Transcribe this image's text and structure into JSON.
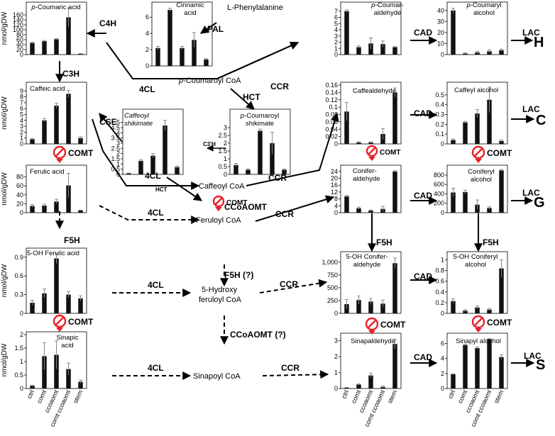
{
  "y_axis_label": "nmol/gDW",
  "x_categories": [
    "ctrl",
    "comt",
    "ccoaomt",
    "comt ccoaomt",
    "stem"
  ],
  "colors": {
    "bar": "#111111",
    "axis": "#000000",
    "grid": "#000000",
    "comt_block": "#e8212a",
    "arrow": "#000000"
  },
  "metabolites": {
    "l_phe": "L-Phenylalanine",
    "coumaroyl_coa": "p-Coumaroyl CoA",
    "caffeoyl_coa": "Caffeoyl CoA",
    "feruloyl_coa": "Feruloyl CoA",
    "hydroxyferuloyl_coa_1": "5-Hydroxy",
    "hydroxyferuloyl_coa_2": "feruloyl CoA",
    "sinapoyl_coa": "Sinapoyl CoA"
  },
  "enzymes": {
    "pal": "PAL",
    "c4h": "C4H",
    "c3h": "C3H",
    "cse": "CSE",
    "fourcl": "4CL",
    "hct": "HCT",
    "hct_small": "HCT",
    "c3h_small": "C3'H",
    "ccr": "CCR",
    "ccoaomt": "CCoAOMT",
    "f5h": "F5H",
    "f5h_q": "F5H (?)",
    "ccoaomt_q": "CCoAOMT (?)",
    "comt": "COMT",
    "cad": "CAD",
    "lac": "LAC"
  },
  "lignin_units": {
    "h": "H",
    "c": "C",
    "g": "G",
    "s": "S"
  },
  "chart_data": [
    {
      "type": "bar",
      "title": "p-Coumaric acid",
      "ylim": [
        0,
        200
      ],
      "yticks": [
        0,
        20,
        40,
        60,
        80,
        100,
        120,
        140,
        160
      ],
      "values": [
        47,
        54,
        62,
        150,
        3
      ],
      "errors": [
        3,
        3,
        3,
        38,
        1
      ]
    },
    {
      "type": "bar",
      "title": "Caffeic acid",
      "ylim": [
        0,
        10
      ],
      "yticks": [
        0,
        1,
        2,
        3,
        4,
        5,
        6,
        7,
        8,
        9
      ],
      "values": [
        0.8,
        4.0,
        6.5,
        8.5,
        1.0
      ],
      "errors": [
        0.1,
        0.3,
        0.4,
        0.6,
        0.2
      ]
    },
    {
      "type": "bar",
      "title": "Ferulic acid",
      "ylim": [
        0,
        100
      ],
      "yticks": [
        0,
        20,
        40,
        60,
        80
      ],
      "values": [
        15,
        16,
        25,
        61,
        5
      ],
      "errors": [
        3,
        3,
        5,
        27,
        1
      ]
    },
    {
      "type": "bar",
      "title": "5-OH Ferulic acid",
      "ylim": [
        0,
        1.0
      ],
      "yticks": [
        0,
        0.3,
        0.6,
        0.9
      ],
      "values": [
        0.17,
        0.32,
        0.88,
        0.3,
        0.24
      ],
      "errors": [
        0.04,
        0.07,
        0.08,
        0.05,
        0.04
      ]
    },
    {
      "type": "bar",
      "title": "Sinapic acid",
      "ylim": [
        0,
        2.0
      ],
      "yticks": [
        0,
        0.5,
        1,
        1.5,
        2
      ],
      "values": [
        0.1,
        1.2,
        1.25,
        0.72,
        0.25
      ],
      "errors": [
        0.02,
        0.5,
        0.52,
        0.22,
        0.06
      ]
    },
    {
      "type": "bar",
      "title": "Cinnamic acid",
      "ylim": [
        0,
        7.5
      ],
      "yticks": [
        0,
        2,
        4,
        6
      ],
      "values": [
        2.2,
        6.9,
        2.2,
        3.2,
        0.8
      ],
      "errors": [
        0.2,
        0.2,
        0.2,
        0.9,
        0.1
      ]
    },
    {
      "type": "bar",
      "title": "Caffeoyl shikimate",
      "ylim": [
        0,
        6
      ],
      "yticks": [
        0,
        0.5,
        1,
        1.5,
        2,
        2.5,
        3,
        3.5,
        4,
        4.5,
        5
      ],
      "values": [
        0.1,
        1.3,
        1.8,
        4.7,
        0.7
      ],
      "errors": [
        0.02,
        0.1,
        0.2,
        0.5,
        0.1
      ]
    },
    {
      "type": "bar",
      "title": "p-Coumaroyl shikimate",
      "ylim": [
        0,
        4
      ],
      "yticks": [
        0,
        0.5,
        1,
        1.5,
        2,
        2.5,
        3
      ],
      "values": [
        0.6,
        0.3,
        2.8,
        2.0,
        0.3
      ],
      "errors": [
        0.1,
        0.05,
        0.1,
        0.7,
        0.05
      ]
    },
    {
      "type": "bar",
      "title": "p-Coumar-aldehyde",
      "ylim": [
        0,
        8
      ],
      "yticks": [
        0,
        1,
        2,
        3,
        4,
        5,
        6,
        7
      ],
      "values": [
        7.0,
        1.2,
        1.8,
        1.7,
        1.2
      ],
      "errors": [
        0.2,
        0.2,
        0.9,
        0.5,
        0.1
      ]
    },
    {
      "type": "bar",
      "title": "Caffealdehyde",
      "ylim": [
        0,
        0.16
      ],
      "yticks": [
        0,
        0.02,
        0.04,
        0.06,
        0.08,
        0.1,
        0.12,
        0.14,
        0.16
      ],
      "values": [
        0.088,
        0.004,
        0.004,
        0.027,
        0.14
      ],
      "errors": [
        0.025,
        0.002,
        0.002,
        0.015,
        0.012
      ]
    },
    {
      "type": "bar",
      "title": "Conifer-aldehyde",
      "ylim": [
        0,
        26
      ],
      "yticks": [
        0,
        4,
        8,
        12,
        16,
        20,
        24
      ],
      "values": [
        9.5,
        2.6,
        1.2,
        2.2,
        24
      ],
      "errors": [
        0.6,
        0.6,
        0.4,
        1.5,
        0.5
      ]
    },
    {
      "type": "bar",
      "title": "5-OH Conifer-aldehyde",
      "ylim": [
        0,
        1150
      ],
      "yticks": [
        0,
        250,
        500,
        750,
        "1,000"
      ],
      "values": [
        180,
        260,
        230,
        190,
        980
      ],
      "errors": [
        90,
        80,
        60,
        70,
        100
      ]
    },
    {
      "type": "bar",
      "title": "Sinapaldehyde",
      "ylim": [
        0,
        3.3
      ],
      "yticks": [
        0,
        1,
        2,
        3
      ],
      "values": [
        0.05,
        0.25,
        0.82,
        0.1,
        2.8
      ],
      "errors": [
        0.02,
        0.04,
        0.15,
        0.06,
        0.3
      ]
    },
    {
      "type": "bar",
      "title": "p-Coumaryl alcohol",
      "ylim": [
        0,
        45
      ],
      "yticks": [
        0,
        10,
        20,
        30,
        40
      ],
      "values": [
        40,
        1,
        2,
        3,
        4
      ],
      "errors": [
        2,
        0.5,
        1,
        1.5,
        1
      ]
    },
    {
      "type": "bar",
      "title": "Caffeyl alcohol",
      "ylim": [
        0,
        0.6
      ],
      "yticks": [
        0,
        0.1,
        0.2,
        0.3,
        0.4,
        0.5
      ],
      "values": [
        0.04,
        0.22,
        0.31,
        0.45,
        0.03
      ],
      "errors": [
        0.01,
        0.01,
        0.04,
        0.13,
        0.01
      ]
    },
    {
      "type": "bar",
      "title": "Coniferyl alcohol",
      "ylim": [
        0,
        950
      ],
      "yticks": [
        0,
        200,
        400,
        600,
        800
      ],
      "values": [
        430,
        440,
        170,
        100,
        900
      ],
      "errors": [
        90,
        40,
        100,
        25,
        20
      ]
    },
    {
      "type": "bar",
      "title": "5-OH Coniferyl alcohol",
      "ylim": [
        0,
        1.1
      ],
      "yticks": [
        0,
        0.2,
        0.4,
        0.6,
        0.8,
        1
      ],
      "values": [
        0.23,
        0.05,
        0.11,
        0.07,
        0.84
      ],
      "errors": [
        0.04,
        0.02,
        0.03,
        0.02,
        0.16
      ]
    },
    {
      "type": "bar",
      "title": "Sinapyl alcohol",
      "ylim": [
        0,
        7
      ],
      "yticks": [
        0,
        2,
        4,
        6
      ],
      "values": [
        1.9,
        5.8,
        5.4,
        6.6,
        4.2
      ],
      "errors": [
        0.05,
        0.1,
        0.15,
        0.05,
        0.3
      ]
    }
  ]
}
